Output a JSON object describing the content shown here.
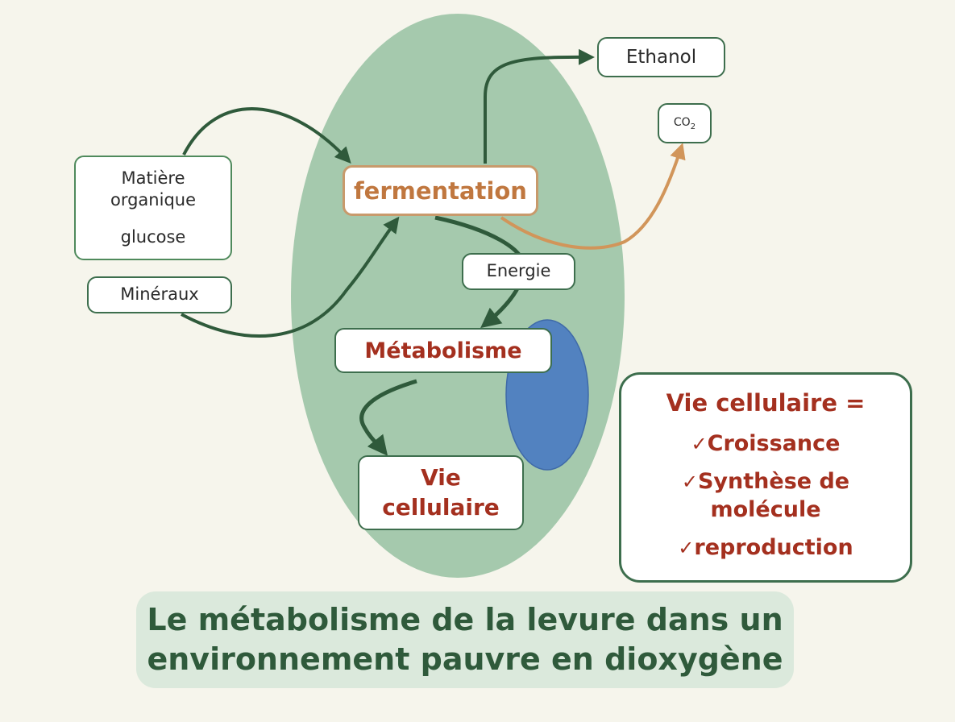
{
  "diagram": {
    "boxes": {
      "matiere_line1": "Matière",
      "matiere_line2": "organique",
      "glucose": "glucose",
      "mineraux": "Minéraux",
      "fermentation": "fermentation",
      "energie": "Energie",
      "ethanol": "Ethanol",
      "co2_main": "CO",
      "co2_sub": "2",
      "metabolisme": "Métabolisme",
      "vie_line1": "Vie",
      "vie_line2": "cellulaire"
    },
    "legend": {
      "title": "Vie cellulaire =",
      "check_symbol": "✓",
      "items": [
        "Croissance",
        "Synthèse de",
        "molécule",
        "reproduction"
      ]
    },
    "title": {
      "line1": "Le métabolisme de la levure dans un",
      "line2": "environnement pauvre en dioxygène"
    }
  },
  "colors": {
    "background": "#f6f5ec",
    "cell": "#a5c9ad",
    "organelle": "#5282c0",
    "arrow_green": "#2f5a3b",
    "arrow_orange": "#d1955a",
    "label_red": "#a4301f",
    "fermentation_text": "#c0773f",
    "title_bg": "#dbe9dc",
    "title_text": "#2f5a3b"
  }
}
